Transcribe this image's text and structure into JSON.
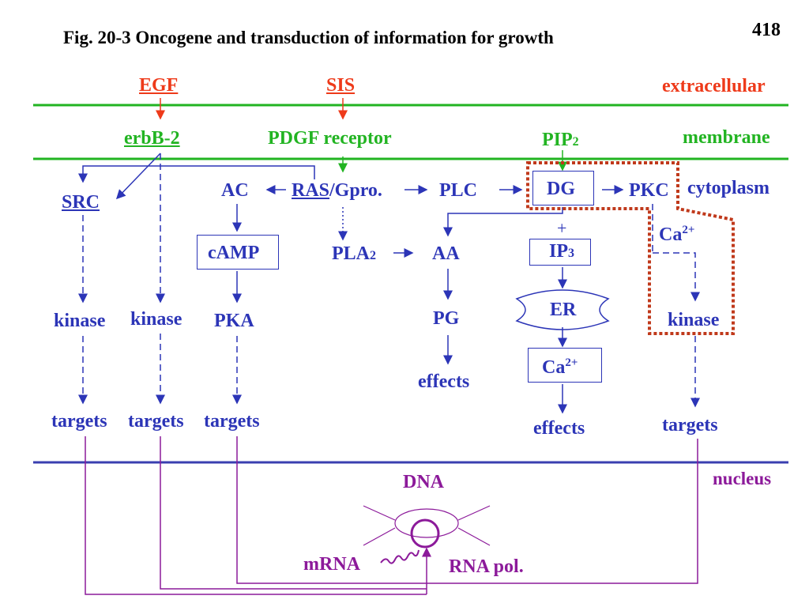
{
  "page_number": "418",
  "title": "Fig. 20-3  Oncogene and transduction of information for growth",
  "regions": {
    "extracellular": "extracellular",
    "membrane": "membrane",
    "cytoplasm": "cytoplasm",
    "nucleus": "nucleus"
  },
  "ligands": {
    "egf": "EGF",
    "sis": "SIS"
  },
  "membrane_items": {
    "erbb2": "erbB-2",
    "pdgf_receptor": "PDGF receptor",
    "pip2_base": "PIP",
    "pip2_sub": "2"
  },
  "cytoplasm": {
    "src": "SRC",
    "ac": "AC",
    "ras": "RAS",
    "gpro": "/Gpro.",
    "plc": "PLC",
    "dg": "DG",
    "pkc": "PKC",
    "camp": "cAMP",
    "pla2_base": "PLA",
    "pla2_sub": "2",
    "aa": "AA",
    "plus": "+",
    "ip3_base": "IP",
    "ip3_sub": "3",
    "ca_base": "Ca",
    "ca_sup": "2+",
    "er": "ER",
    "pg": "PG",
    "pka": "PKA",
    "kinase": "kinase",
    "effects": "effects",
    "targets": "targets"
  },
  "nucleus_items": {
    "dna": "DNA",
    "mrna": "mRNA",
    "rna_pol": "RNA pol."
  },
  "colors": {
    "pathway": "#2c35b7",
    "membrane_line": "#22b422",
    "nucleus_line": "#2c35b7",
    "ligand": "#ee3a1a",
    "nuclear": "#8c1a9a",
    "highlight": "#c0391b"
  }
}
